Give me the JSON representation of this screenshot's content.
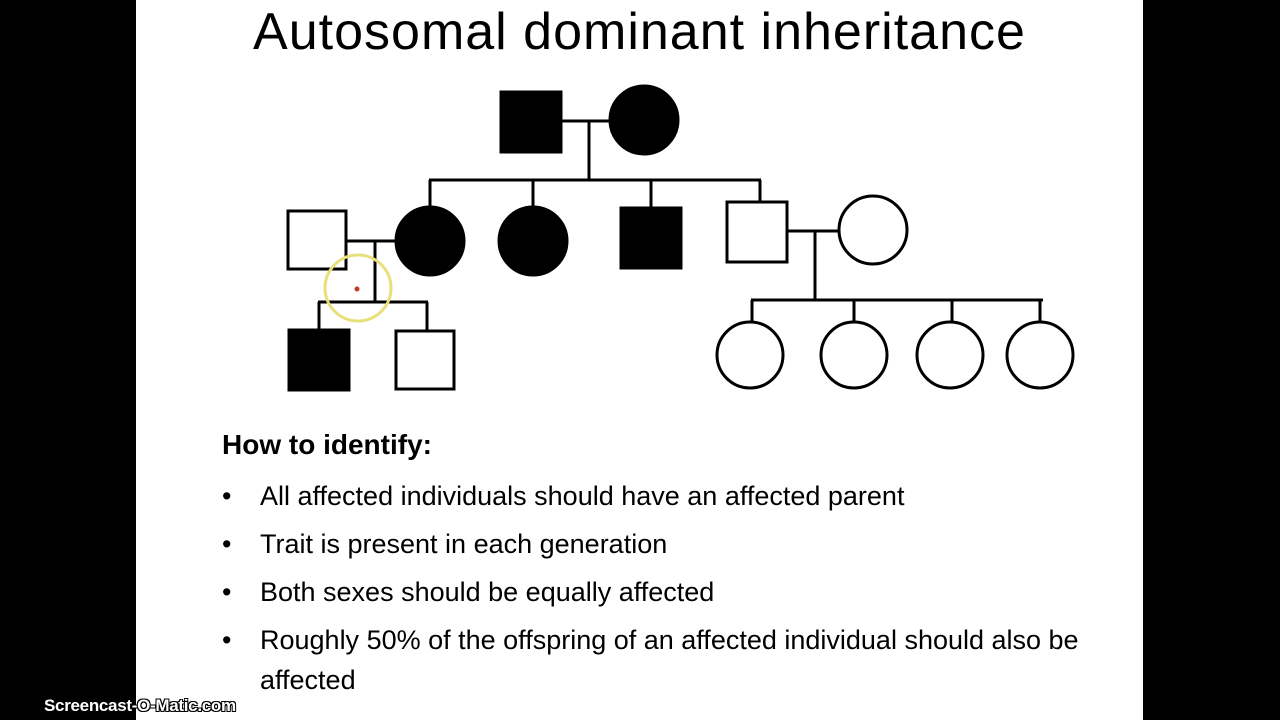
{
  "slide": {
    "title": "Autosomal dominant inheritance"
  },
  "pedigree": {
    "generation_1": [
      {
        "id": "g1-father",
        "sex": "male",
        "affected": true
      },
      {
        "id": "g1-mother",
        "sex": "female",
        "affected": true
      }
    ],
    "generation_2": [
      {
        "id": "g2-spouse-male",
        "sex": "male",
        "affected": false,
        "married_in": true
      },
      {
        "id": "g2-daughter-1",
        "sex": "female",
        "affected": true
      },
      {
        "id": "g2-daughter-2",
        "sex": "female",
        "affected": true
      },
      {
        "id": "g2-son-1",
        "sex": "male",
        "affected": true
      },
      {
        "id": "g2-son-2",
        "sex": "male",
        "affected": false
      },
      {
        "id": "g2-spouse-female",
        "sex": "female",
        "affected": false,
        "married_in": true
      }
    ],
    "generation_3": [
      {
        "id": "g3-son-1",
        "sex": "male",
        "affected": true
      },
      {
        "id": "g3-son-2",
        "sex": "male",
        "affected": false
      },
      {
        "id": "g3-daughter-1",
        "sex": "female",
        "affected": false
      },
      {
        "id": "g3-daughter-2",
        "sex": "female",
        "affected": false
      },
      {
        "id": "g3-daughter-3",
        "sex": "female",
        "affected": false
      },
      {
        "id": "g3-daughter-4",
        "sex": "female",
        "affected": false
      }
    ],
    "colors": {
      "affected": "#000000",
      "unaffected": "#ffffff",
      "cursor_highlight": "#e8e07a"
    }
  },
  "identify": {
    "heading": "How to identify:",
    "bullet_glyph": "•",
    "items": [
      "All affected individuals should have an affected parent",
      "Trait is present in each generation",
      "Both sexes should be equally affected",
      "Roughly 50% of the offspring of an affected individual should also be affected"
    ]
  },
  "watermark": "Screencast-O-Matic.com"
}
